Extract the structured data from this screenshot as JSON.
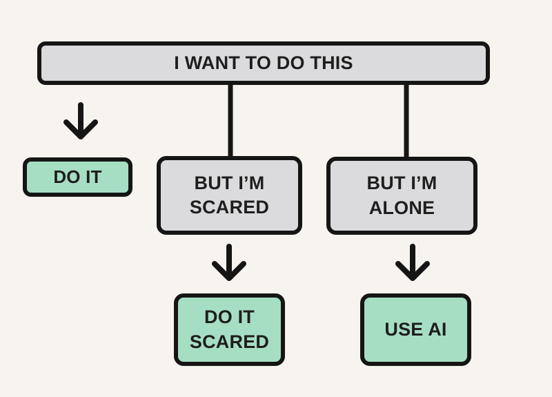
{
  "colors": {
    "background": "#f7f4f0",
    "node_gray": "#dbdbdd",
    "node_green": "#a6dec4",
    "outline": "#151515",
    "text": "#1e1e1e"
  },
  "flowchart": {
    "root": {
      "label": "I WANT TO DO THIS"
    },
    "do_it": {
      "label": "DO IT"
    },
    "scared": {
      "label": "BUT I’M\nSCARED"
    },
    "alone": {
      "label": "BUT I’M\nALONE"
    },
    "do_it_scared": {
      "label": "DO IT\nSCARED"
    },
    "use_ai": {
      "label": "USE AI"
    },
    "icons": {
      "down_arrow": "down-arrow-icon"
    }
  }
}
